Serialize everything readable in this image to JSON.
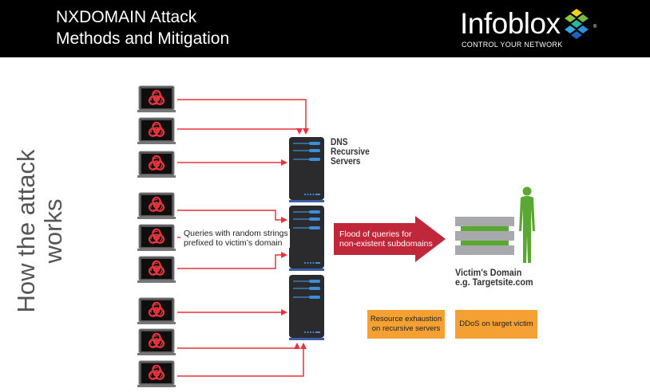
{
  "header": {
    "title_line1": "NXDOMAIN Attack",
    "title_line2": "Methods and Mitigation",
    "logo": {
      "name": "Infoblox",
      "tagline": "CONTROL YOUR NETWORK",
      "registered_mark": "®",
      "mark_colors": [
        "#f0d020",
        "#8cc63f",
        "#7ab648",
        "#2bb5a0",
        "#35a8e0",
        "#2f8fde",
        "#1f5fc0"
      ]
    }
  },
  "diagram": {
    "side_label": "How the attack works",
    "attacker_icon": "biohazard-laptop-icon",
    "attacker_count": 9,
    "server_label": "DNS\nRecursive\nServers",
    "server_label_lines": [
      "DNS",
      "Recursive",
      "Servers"
    ],
    "queries_label_line1": "Queries with random strings",
    "queries_label_line2": "prefixed to victim’s domain",
    "flood_label_line1": "Flood of queries for",
    "flood_label_line2": "non-existent subdomains",
    "victim_label_line1": "Victim's Domain",
    "victim_label_line2": "e.g. Targetsite.com",
    "impact_boxes": [
      {
        "line1": "Resource exhaustion",
        "line2": "on recursive servers"
      },
      {
        "line1": "DDoS on target victim",
        "line2": ""
      }
    ],
    "colors": {
      "arrow": "#e8323c",
      "flood_arrow": "#c1273a",
      "server_body": "#2b2b2e",
      "server_accent": "#3b8ed8",
      "victim_green": "#5aa832",
      "victim_gray": "#a8a9ad",
      "impact_orange": "#f5a033"
    }
  }
}
